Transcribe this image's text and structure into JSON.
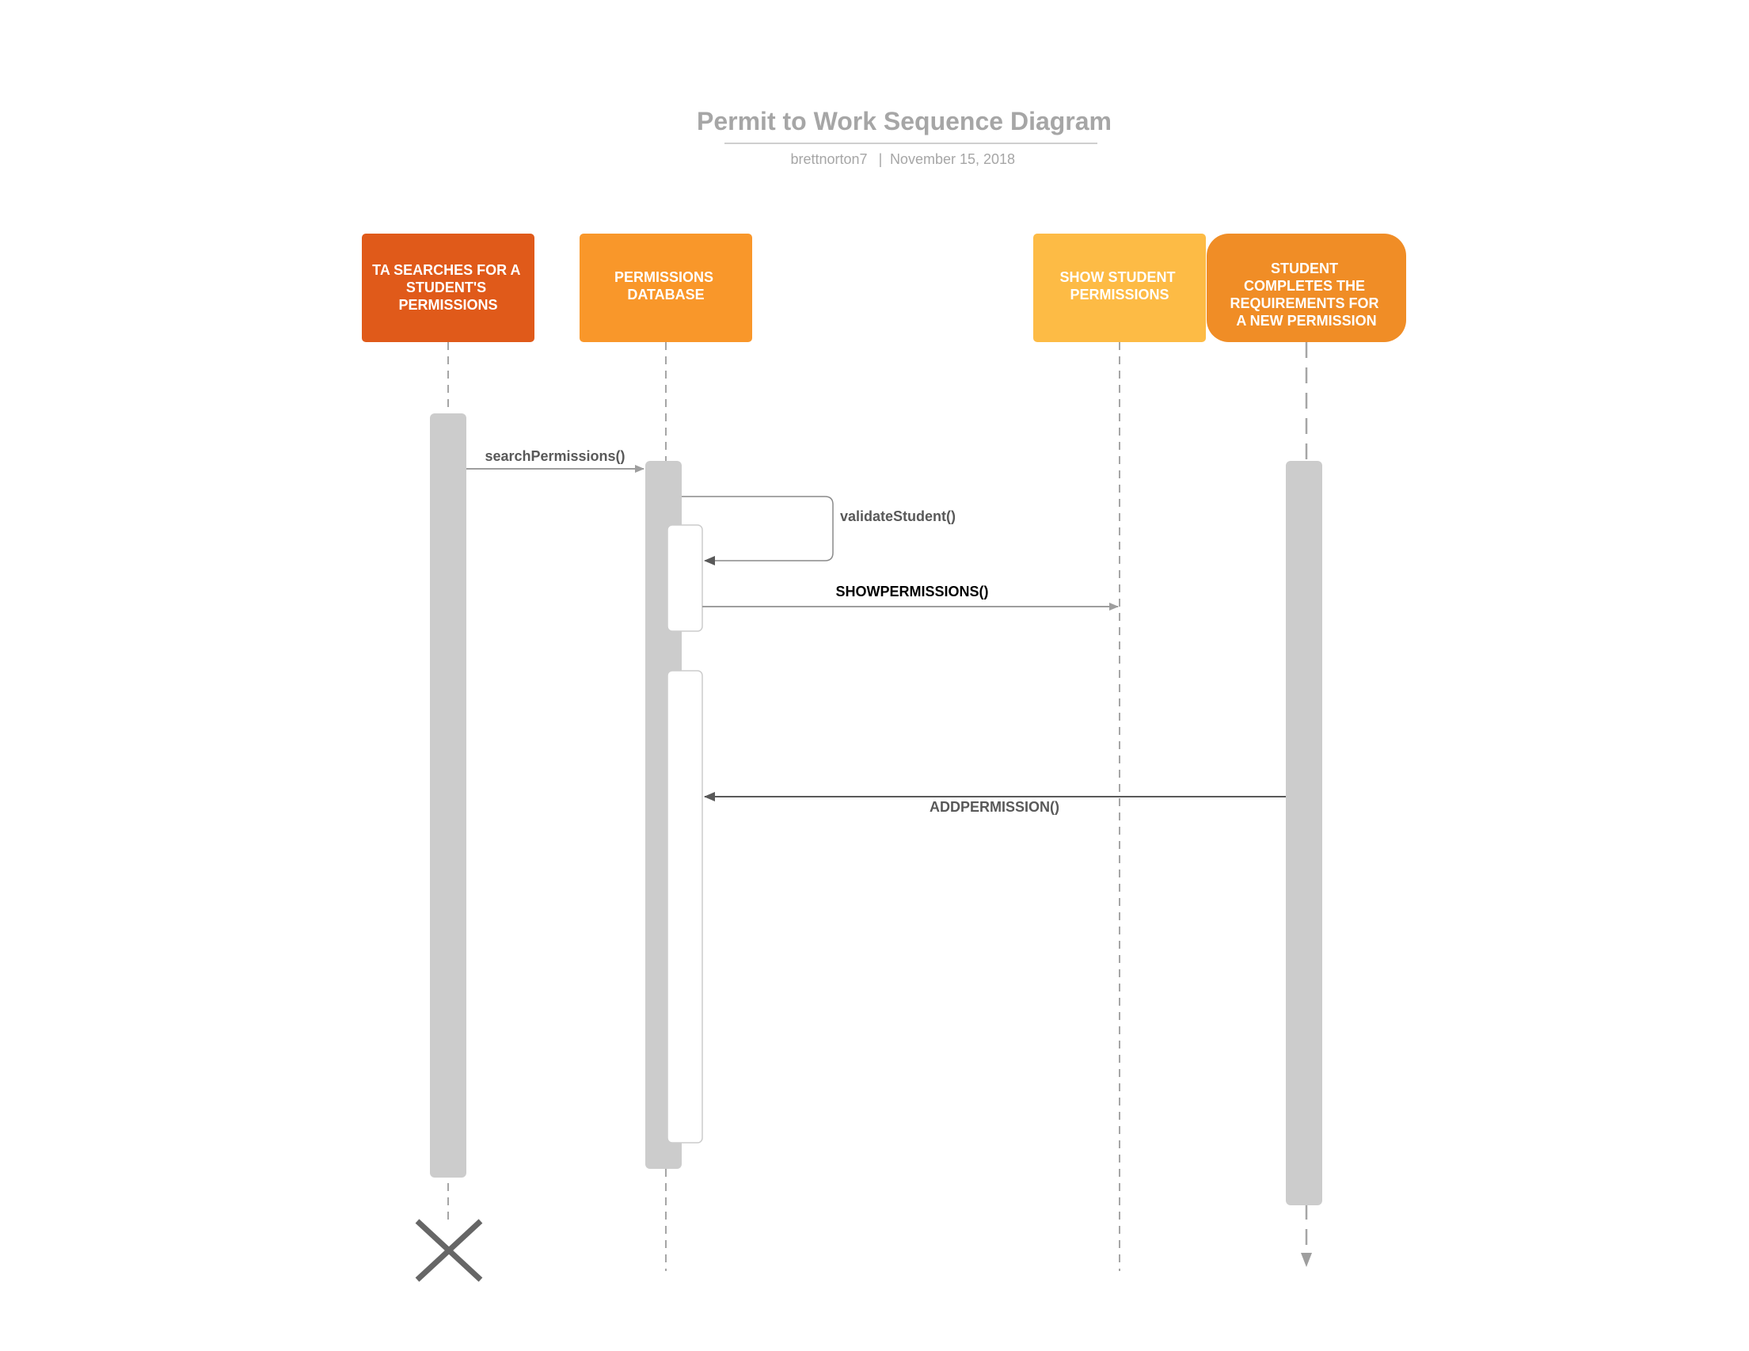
{
  "header": {
    "title": "Permit to Work Sequence Diagram",
    "author": "brettnorton7",
    "separator": "|",
    "date": "November 15, 2018"
  },
  "colors": {
    "actor_ta": "#e05a1a",
    "actor_db": "#f9972a",
    "actor_show": "#fdbb45",
    "actor_student": "#f08d26",
    "activation": "#cccccc",
    "lifeline": "#a6a6a6",
    "arrow": "#9e9e9e",
    "destroy": "#666666"
  },
  "actors": [
    {
      "id": "ta",
      "lines": [
        "TA SEARCHES FOR A",
        "STUDENT'S",
        "PERMISSIONS"
      ]
    },
    {
      "id": "db",
      "lines": [
        "PERMISSIONS",
        "DATABASE"
      ]
    },
    {
      "id": "show",
      "lines": [
        "SHOW STUDENT",
        "PERMISSIONS"
      ]
    },
    {
      "id": "student",
      "lines": [
        "STUDENT",
        "COMPLETES THE",
        "REQUIREMENTS FOR",
        "A NEW PERMISSION"
      ]
    }
  ],
  "messages": [
    {
      "id": "search",
      "label": "searchPermissions()",
      "from": "ta",
      "to": "db"
    },
    {
      "id": "validate",
      "label": "validateStudent()",
      "from": "db",
      "to": "db"
    },
    {
      "id": "show",
      "label": "SHOWPERMISSIONS()",
      "from": "db",
      "to": "show"
    },
    {
      "id": "add",
      "label": "ADDPERMISSION()",
      "from": "student",
      "to": "db"
    }
  ],
  "icons": {
    "destroy": "x-destroy-icon"
  }
}
